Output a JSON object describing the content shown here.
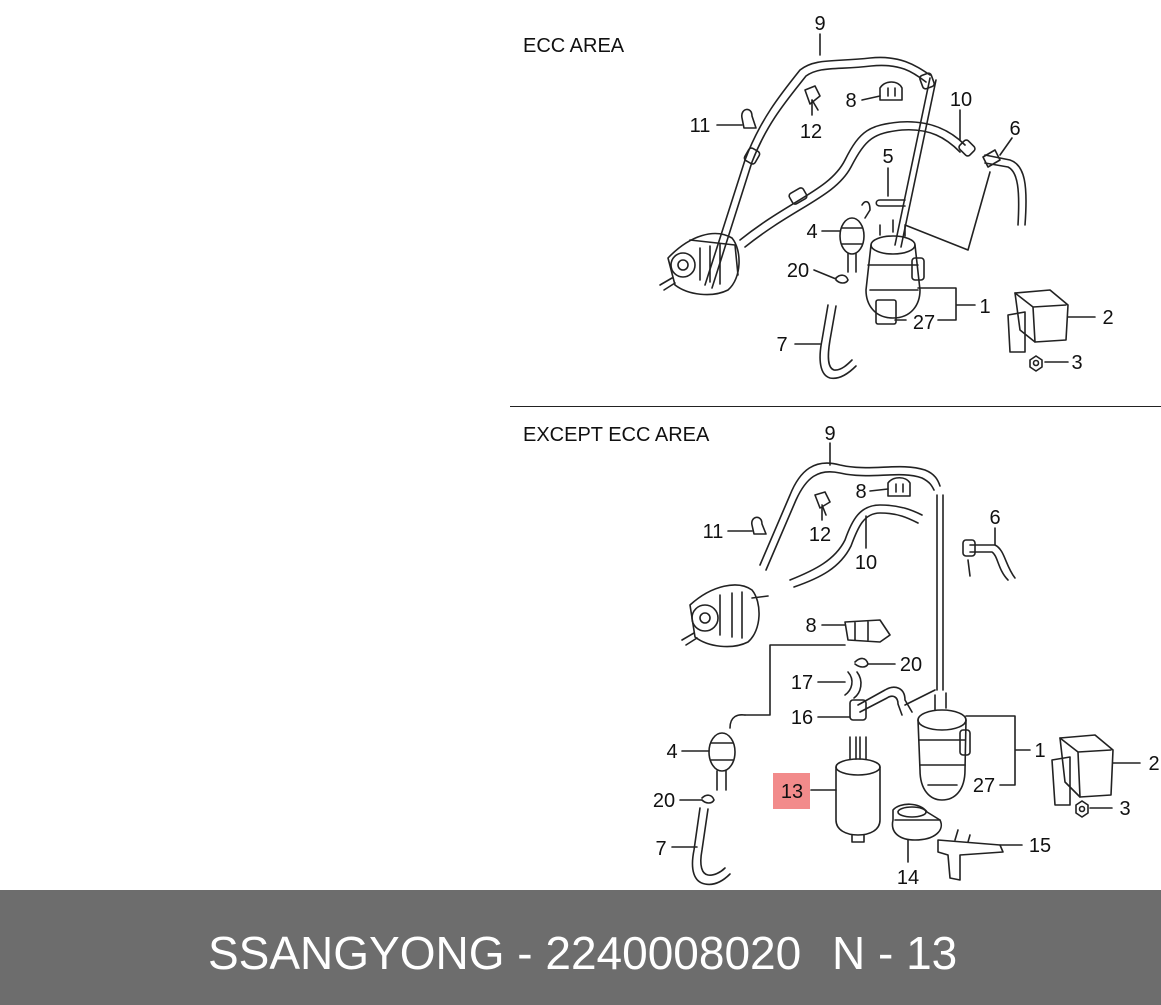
{
  "sections": {
    "ecc": {
      "title": "ECC AREA",
      "callouts": [
        "9",
        "10",
        "6",
        "8",
        "12",
        "11",
        "5",
        "4",
        "20",
        "1",
        "27",
        "2",
        "3",
        "7"
      ]
    },
    "except_ecc": {
      "title": "EXCEPT ECC AREA",
      "callouts": [
        "9",
        "8",
        "12",
        "11",
        "10",
        "6",
        "8",
        "20",
        "17",
        "16",
        "4",
        "13",
        "20",
        "7",
        "14",
        "15",
        "1",
        "27",
        "2",
        "3"
      ]
    }
  },
  "highlight": {
    "label": "13",
    "color": "#f28b8b"
  },
  "footer": {
    "part_text": "SSANGYONG - 2240008020",
    "ref_text": "N - 13",
    "background": "#6d6d6d"
  }
}
